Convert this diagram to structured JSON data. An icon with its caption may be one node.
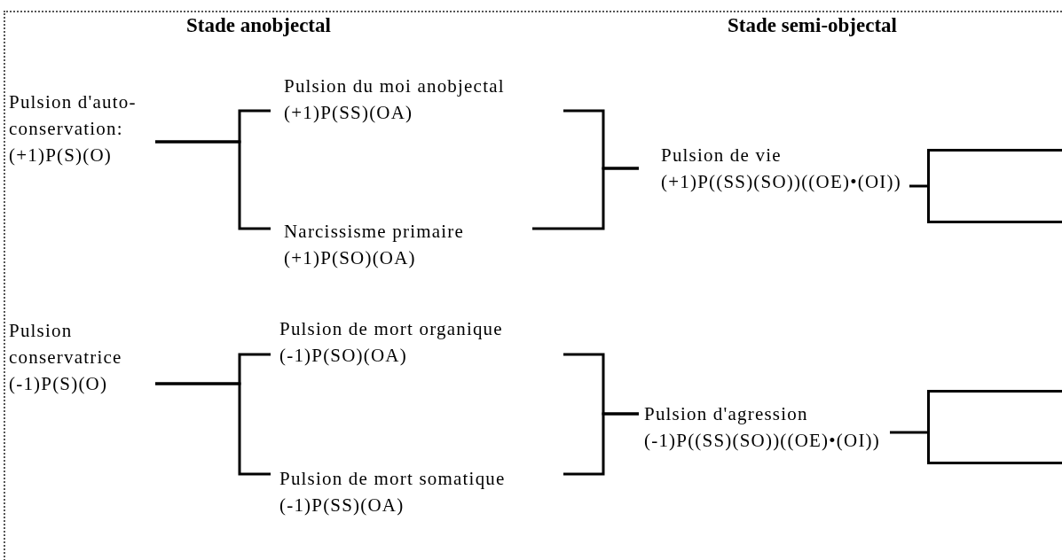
{
  "diagram": {
    "nodes": [
      {
        "text": [
          "Pulsion d'auto-conservation:",
          "(+1)P(S)(O)"
        ]
      },
      {
        "text": [
          "Pulsion du moi anobjectal",
          "(+1)P(SS)(OA)"
        ]
      },
      {
        "text": [
          "Narcissisme primaire",
          "(+1)P(SO)(OA)"
        ]
      },
      {
        "text": [
          "Pulsion de vie",
          "(+1)P((SS)(SO))((OE)•(OI))"
        ]
      },
      {
        "text": [],
        "shape": "box"
      },
      {
        "text": [
          "Pulsion conservatrice",
          "(-1)P(S)(O)"
        ]
      },
      {
        "text": [
          "Pulsion de mort organique",
          "(-1)P(SO)(OA)"
        ]
      },
      {
        "text": [
          "Pulsion de mort somatique",
          "(-1)P(SS)(OA)"
        ]
      },
      {
        "text": [
          "Pulsion d'agression",
          "(-1)P((SS)(SO))((OE)•(OI))"
        ]
      },
      {
        "text": [],
        "shape": "box"
      }
    ],
    "edges": [
      {
        "from": 0,
        "to": 1,
        "arrow": "none"
      },
      {
        "from": 0,
        "to": 2,
        "arrow": "none"
      },
      {
        "from": 1,
        "to": 3,
        "arrow": "none"
      },
      {
        "from": 2,
        "to": 3,
        "arrow": "none"
      },
      {
        "from": 3,
        "to": 4,
        "arrow": "none"
      },
      {
        "from": 5,
        "to": 6,
        "arrow": "none"
      },
      {
        "from": 5,
        "to": 7,
        "arrow": "none"
      },
      {
        "from": 6,
        "to": 8,
        "arrow": "none"
      },
      {
        "from": 7,
        "to": 8,
        "arrow": "none"
      },
      {
        "from": 8,
        "to": 9,
        "arrow": "none"
      }
    ],
    "labels": [
      "Stade anobjectal",
      "Stade semi-objectal"
    ]
  }
}
